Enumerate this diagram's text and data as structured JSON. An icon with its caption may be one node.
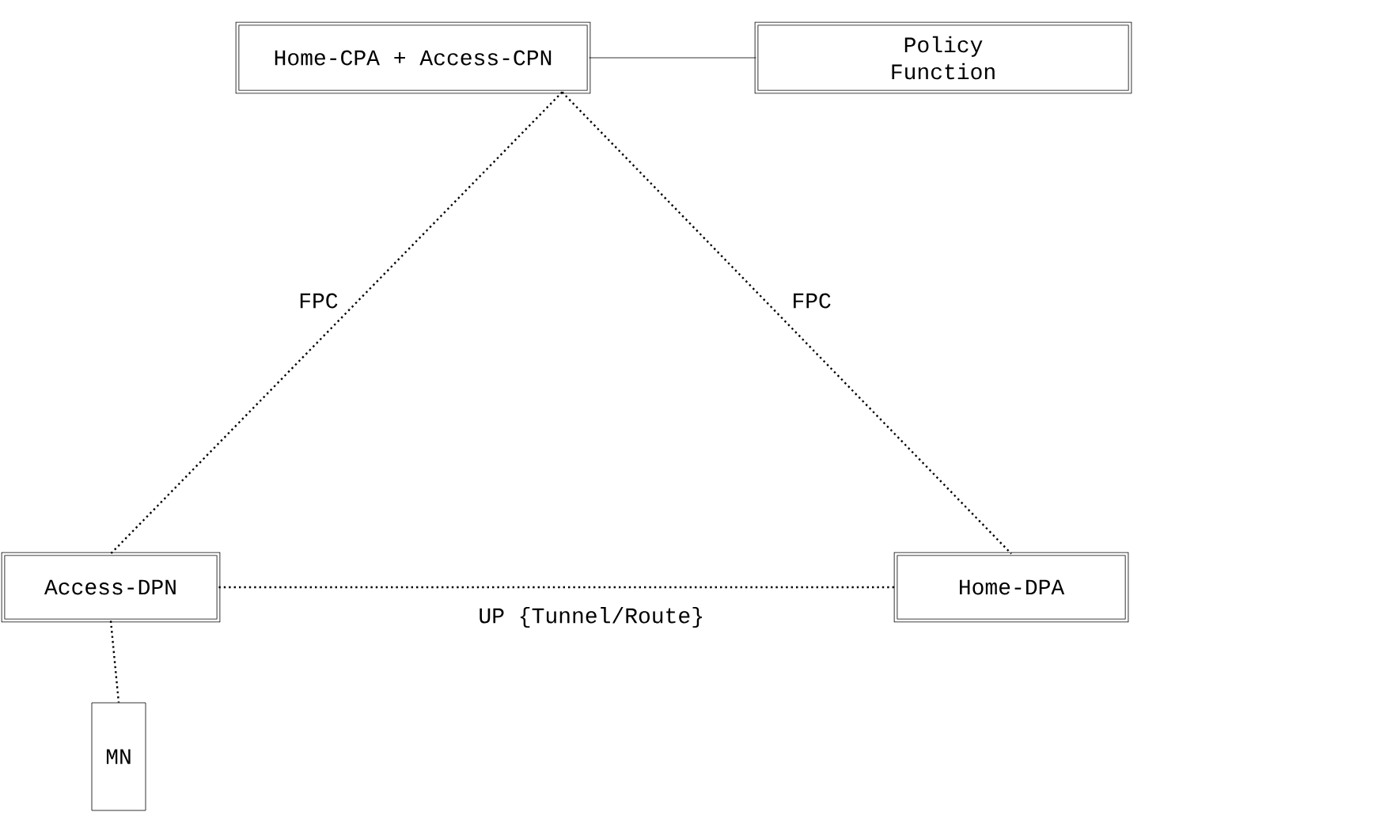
{
  "diagram": {
    "nodes": [
      {
        "text": [
          "Home-CPA + Access-CPN"
        ]
      },
      {
        "text": [
          "Policy Function"
        ]
      },
      {
        "text": [
          "Access-DPN"
        ]
      },
      {
        "text": [
          "Home-DPA"
        ]
      },
      {
        "text": [
          "MN"
        ]
      }
    ],
    "edges": [
      {
        "from": 0,
        "to": 1,
        "arrow": "none"
      },
      {
        "from": 0,
        "to": 2,
        "arrow": "none",
        "label": "FPC",
        "style": "dashed"
      },
      {
        "from": 0,
        "to": 3,
        "arrow": "none",
        "label": "FPC",
        "style": "dashed"
      },
      {
        "from": 2,
        "to": 3,
        "arrow": "none",
        "label": "UP {Tunnel/Route}",
        "style": "dashed"
      },
      {
        "from": 2,
        "to": 4,
        "arrow": "none",
        "style": "dashed"
      }
    ]
  }
}
